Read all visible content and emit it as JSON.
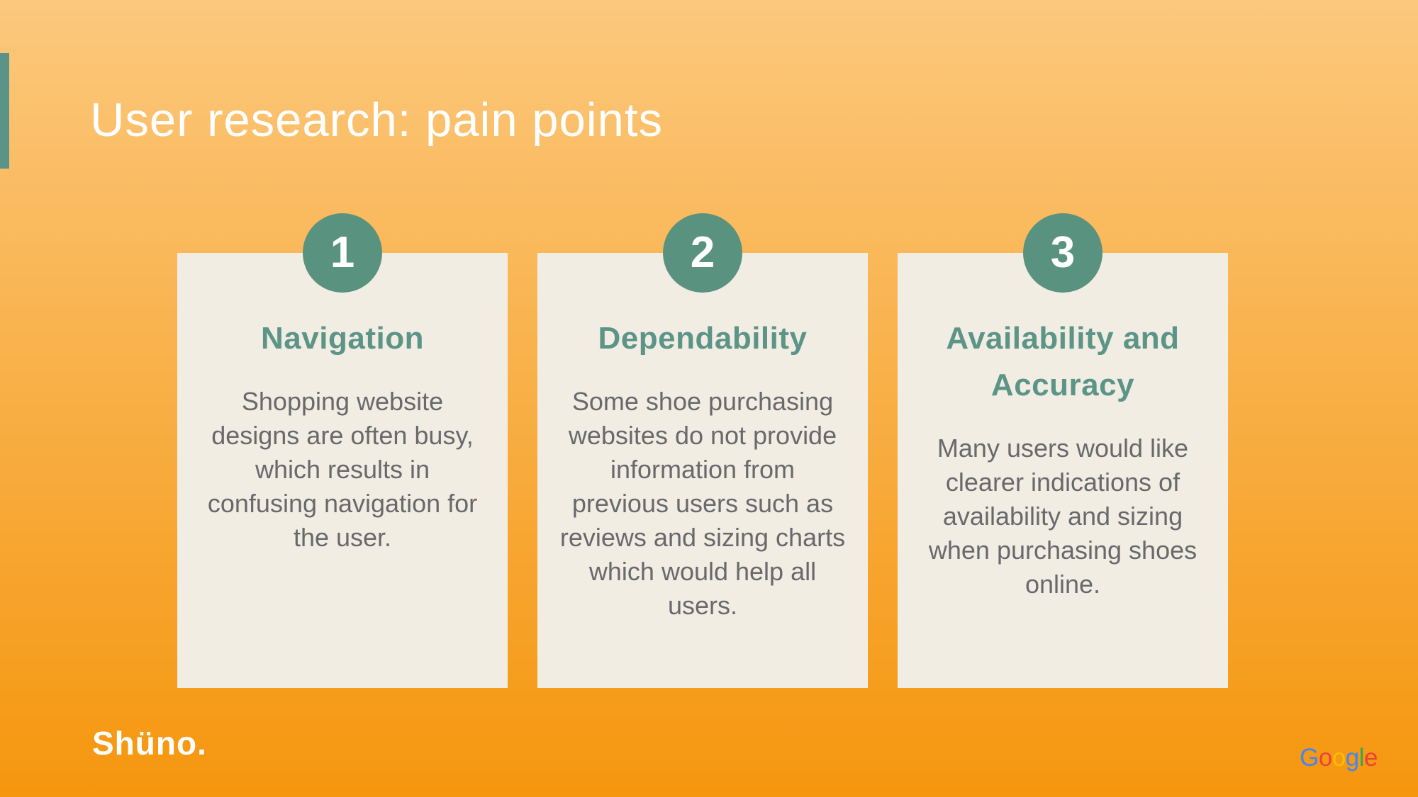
{
  "slide": {
    "title": "User research: pain points",
    "brand_logo": "Shüno.",
    "cards": [
      {
        "number": "1",
        "heading": "Navigation",
        "body": "Shopping website designs are often busy, which results in confusing navigation for the user."
      },
      {
        "number": "2",
        "heading": "Dependability",
        "body": "Some shoe purchasing websites do not provide information from previous users such as reviews and sizing charts which would help all users."
      },
      {
        "number": "3",
        "heading": "Availability and Accuracy",
        "body": "Many users would like clearer indications of availability and sizing when purchasing shoes online."
      }
    ],
    "google_logo": {
      "letters": [
        {
          "char": "G",
          "color": "#4285F4"
        },
        {
          "char": "o",
          "color": "#EA4335"
        },
        {
          "char": "o",
          "color": "#FBBC05"
        },
        {
          "char": "g",
          "color": "#4285F4"
        },
        {
          "char": "l",
          "color": "#34A853"
        },
        {
          "char": "e",
          "color": "#EA4335"
        }
      ]
    },
    "colors": {
      "background_top": "#fcc87d",
      "background_bottom": "#f5960e",
      "accent_bar": "#5a9488",
      "circle_fill": "#5a9280",
      "circle_number": "#ffffff",
      "heading_text": "#5c9488",
      "body_text": "#68696c",
      "card_background": "#f2ede3",
      "title_text": "#ffffff",
      "brand_text": "#ffffff"
    }
  }
}
